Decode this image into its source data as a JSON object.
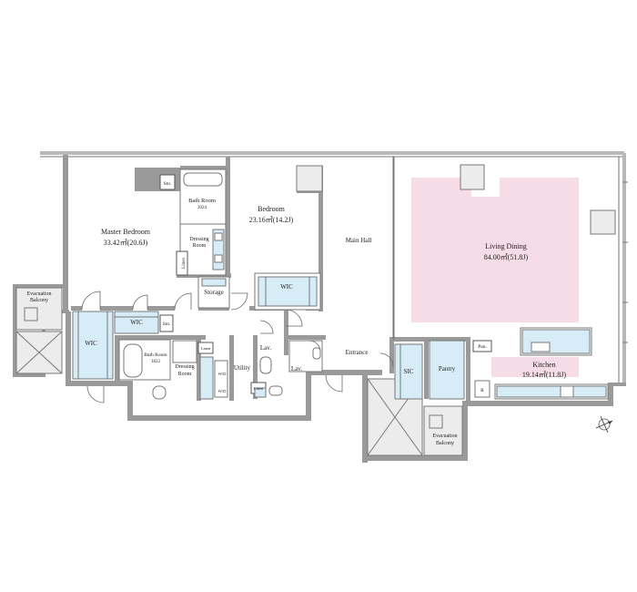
{
  "rooms": {
    "master_bedroom": {
      "name": "Master Bedroom",
      "area": "33.42㎡(20.6J)"
    },
    "bedroom": {
      "name": "Bedroom",
      "area": "23.16㎡(14.2J)"
    },
    "living_dining": {
      "name": "Living Dining",
      "area": "84.00㎡(51.8J)"
    },
    "kitchen": {
      "name": "Kitchen",
      "area": "19.14㎡(11.8J)"
    },
    "bath_room_1": {
      "name": "Bath Room",
      "size": "2024"
    },
    "bath_room_2": {
      "name": "Bath Room",
      "size": "1822"
    },
    "dressing_room_1": {
      "line1": "Dressing",
      "line2": "Room"
    },
    "dressing_room_2": {
      "line1": "Dressing",
      "line2": "Room"
    },
    "evac_balcony_1": {
      "line1": "Evacuation",
      "line2": "Balcony"
    },
    "evac_balcony_2": {
      "line1": "Evacuation",
      "line2": "Balcony"
    },
    "main_hall": "Main Hall",
    "entrance": "Entrance",
    "storage": "Storage",
    "utility": "Utility",
    "pantry": "Pantry",
    "sic": "SIC",
    "wic_bedroom": "WIC",
    "wic_master_1": "WIC",
    "wic_master_2": "WIC",
    "lav_1": "Lav.",
    "lav_2": "Lav.",
    "sto_1": "Sto.",
    "sto_2": "Sto.",
    "linen_1": "Linen",
    "linen_2": "Linen",
    "linen_3": "Linen",
    "wd_1": "W/D",
    "wd_2": "W/D",
    "pan": "Pan.",
    "r": "R"
  },
  "colors": {
    "living_fill": "#f6dce6",
    "wet_fill": "#d6ecf6",
    "wall": "#9a9a9a"
  },
  "icons": [
    "compass-icon"
  ]
}
